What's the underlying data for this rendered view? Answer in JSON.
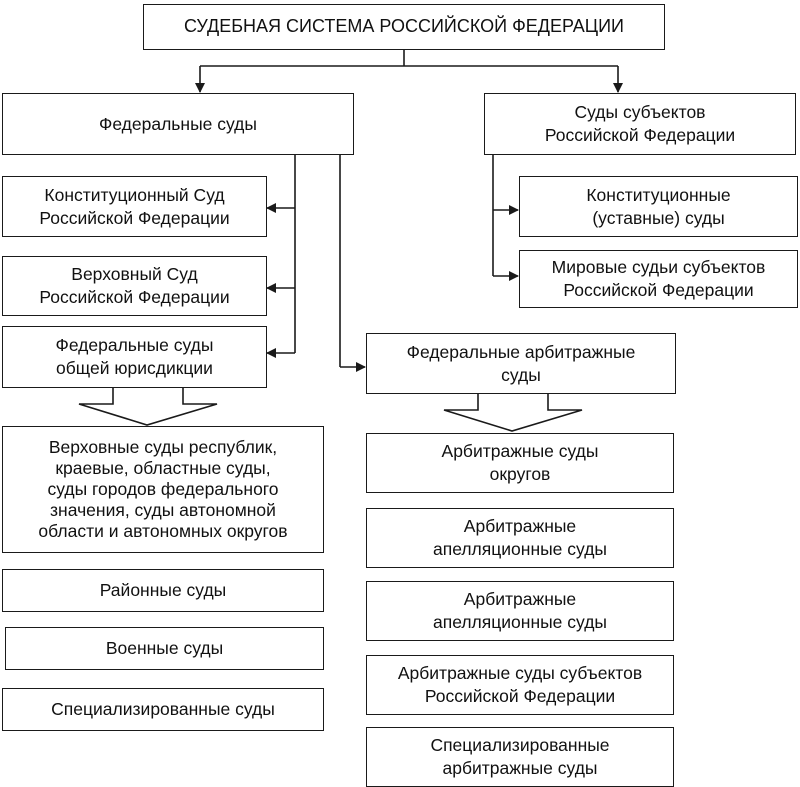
{
  "title": "СУДЕБНАЯ СИСТЕМА РОССИЙСКОЙ ФЕДЕРАЦИИ",
  "federal": {
    "header": "Федеральные суды",
    "constitutional": "Конституционный Суд\nРоссийской Федерации",
    "supreme": "Верховный Суд\nРоссийской Федерации",
    "general": "Федеральные суды\nобщей юрисдикции",
    "general_children": [
      "Верховные суды республик,\nкраевые, областные суды,\nсуды городов федерального\nзначения, суды автономной\nобласти и автономных округов",
      "Районные суды",
      "Военные суды",
      "Специализированные суды"
    ],
    "arbitration": "Федеральные арбитражные\nсуды",
    "arbitration_children": [
      "Арбитражные суды\nокругов",
      "Арбитражные\nапелляционные суды",
      "Арбитражные\nапелляционные суды",
      "Арбитражные суды субъектов\nРоссийской Федерации",
      "Специализированные\nарбитражные суды"
    ]
  },
  "subjects": {
    "header": "Суды субъектов\nРоссийской Федерации",
    "constitutional": "Конституционные\n(уставные) суды",
    "justices": "Мировые судьи субъектов\nРоссийской Федерации"
  }
}
